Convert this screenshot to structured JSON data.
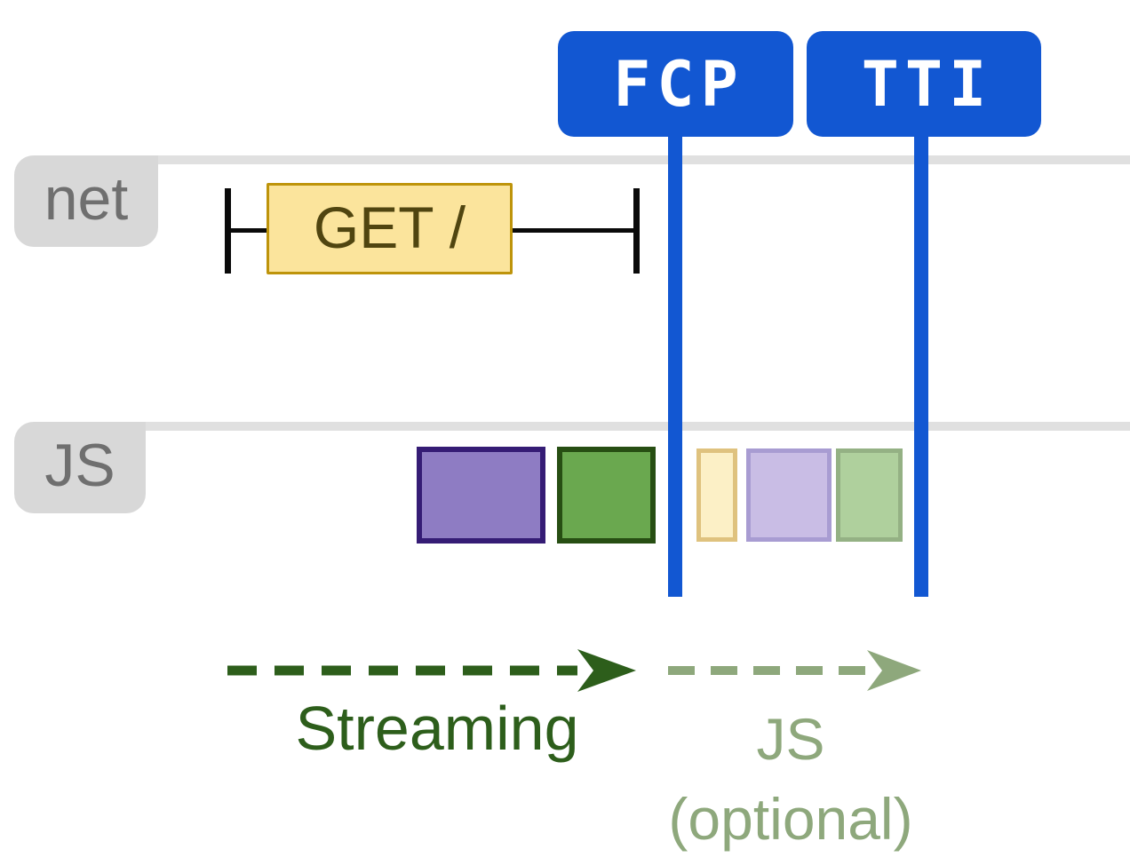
{
  "diagram": {
    "badges": [
      {
        "id": "fcp",
        "label": "FCP"
      },
      {
        "id": "tti",
        "label": "TTI"
      }
    ],
    "tracks": [
      {
        "id": "net",
        "label": "net"
      },
      {
        "id": "js",
        "label": "JS"
      }
    ],
    "network_request": {
      "label": "GET /"
    },
    "js_tasks": [
      {
        "name": "task-purple",
        "phase": "before-fcp"
      },
      {
        "name": "task-green",
        "phase": "before-fcp"
      },
      {
        "name": "task-pale-yellow",
        "phase": "after-fcp"
      },
      {
        "name": "task-pale-purple",
        "phase": "after-fcp"
      },
      {
        "name": "task-pale-green",
        "phase": "after-fcp"
      }
    ],
    "phases": [
      {
        "label": "Streaming",
        "sublabel": "",
        "style": "dark-green"
      },
      {
        "label": "JS",
        "sublabel": "(optional)",
        "style": "sage-green"
      }
    ]
  },
  "colors": {
    "background": "#FFFFFF",
    "blue": "#1257D2",
    "badge-text": "#FFFFFF",
    "track-line": "#E0E0E0",
    "tag-bg": "#D8D8D8",
    "tag-text": "#6F6F6F",
    "req-fill": "#FBE49C",
    "req-border": "#BE940B",
    "req-text": "#504510",
    "io-black": "#0A0A0A",
    "task-purple-fill": "#8E7CC3",
    "task-purple-border": "#351C75",
    "task-green-fill": "#6AA84F",
    "task-green-border": "#274E13",
    "task-pale-yellow-fill": "#FCF0C6",
    "task-pale-yellow-border": "#DFC27E",
    "task-pale-purple-fill": "#C9BDE5",
    "task-pale-purple-border": "#A89CD2",
    "task-pale-green-fill": "#AFD09D",
    "task-pale-green-border": "#94B184",
    "dark-green": "#2D5E1B",
    "sage-green": "#8EA87C"
  }
}
